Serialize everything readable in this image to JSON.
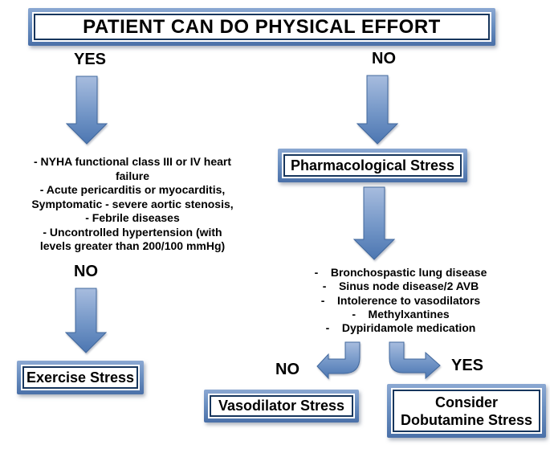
{
  "title": "PATIENT CAN DO PHYSICAL EFFORT",
  "labels": {
    "yes_top": "YES",
    "no_top": "NO",
    "no_exercise_contra": "NO",
    "no_vasodilator_contra": "NO",
    "yes_vasodilator_contra": "YES"
  },
  "exercise_contraindications": {
    "lines": [
      "- NYHA functional class III or IV heart",
      "failure",
      "- Acute pericarditis or myocarditis,",
      "Symptomatic - severe aortic stenosis,",
      "- Febrile diseases",
      "- Uncontrolled hypertension (with",
      "levels greater than 200/100 mmHg)"
    ]
  },
  "pharmacological_stress_label": "Pharmacological Stress",
  "vasodilator_contraindications": {
    "lines": [
      "-    Bronchospastic lung disease",
      "-    Sinus node disease/2 AVB",
      "-    Intolerence to vasodilators",
      "-    Methylxantines",
      "-    Dypiridamole medication"
    ]
  },
  "exercise_stress_label": "Exercise Stress",
  "vasodilator_stress_label": "Vasodilator Stress",
  "dobutamine_stress": {
    "line1": "Consider",
    "line2": "Dobutamine Stress"
  },
  "colors": {
    "frame_blue_light": "#8ba8d2",
    "frame_blue_dark": "#4a70a8",
    "inner_border_navy": "#17365d",
    "arrow_light": "#a3b9dc",
    "arrow_dark": "#4c76b1",
    "arrow_stroke": "#41689d",
    "text": "#000000",
    "background": "#ffffff"
  }
}
